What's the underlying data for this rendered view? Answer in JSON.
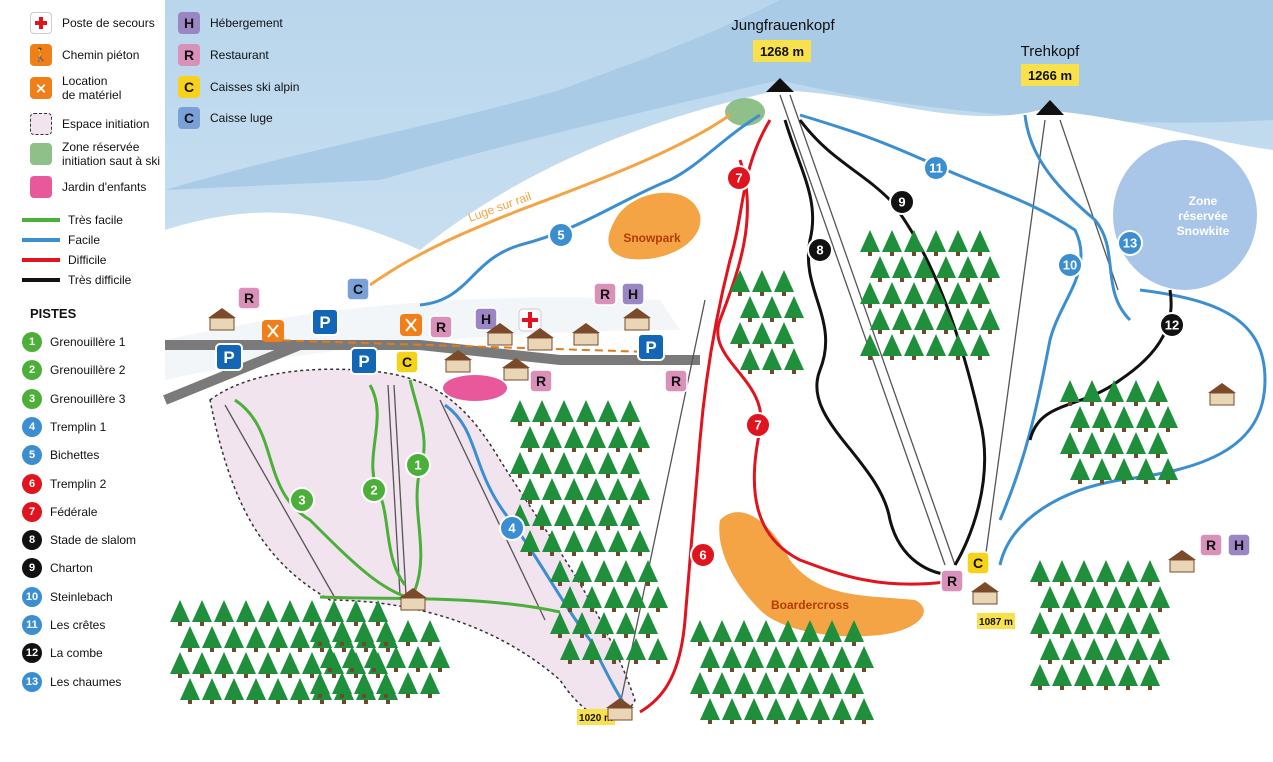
{
  "legend": {
    "symbols": [
      {
        "label": "Poste de secours",
        "icon": "first-aid-icon"
      },
      {
        "label": "Chemin piéton",
        "icon": "hiker-icon"
      },
      {
        "label": "Location\nde matériel",
        "icon": "ski-rental-icon"
      },
      {
        "label": "Espace initiation",
        "icon": "beginner-area-icon"
      },
      {
        "label": "Zone réservée\ninitiation saut à ski",
        "icon": "ski-jump-zone-icon"
      },
      {
        "label": "Jardin d'enfants",
        "icon": "kids-garden-icon"
      }
    ],
    "services": [
      {
        "letter": "H",
        "label": "Hébergement",
        "color": "#9b86c4"
      },
      {
        "letter": "R",
        "label": "Restaurant",
        "color": "#d991b9"
      },
      {
        "letter": "C",
        "label": "Caisses ski alpin",
        "color": "#f6d21a"
      },
      {
        "letter": "C",
        "label": "Caisse luge",
        "color": "#7aa0d8"
      }
    ],
    "difficulty": [
      {
        "label": "Très facile",
        "color": "#4caf3a"
      },
      {
        "label": "Facile",
        "color": "#3b8ed0"
      },
      {
        "label": "Difficile",
        "color": "#e0141e"
      },
      {
        "label": "Très difficile",
        "color": "#111111"
      }
    ],
    "pistes_title": "PISTES",
    "pistes": [
      {
        "num": "1",
        "name": "Grenouillère 1",
        "color": "#4caf3a"
      },
      {
        "num": "2",
        "name": "Grenouillère 2",
        "color": "#4caf3a"
      },
      {
        "num": "3",
        "name": "Grenouillère 3",
        "color": "#4caf3a"
      },
      {
        "num": "4",
        "name": "Tremplin 1",
        "color": "#3b8ed0"
      },
      {
        "num": "5",
        "name": "Bichettes",
        "color": "#3b8ed0"
      },
      {
        "num": "6",
        "name": "Tremplin 2",
        "color": "#e0141e"
      },
      {
        "num": "7",
        "name": "Fédérale",
        "color": "#e0141e"
      },
      {
        "num": "8",
        "name": "Stade de slalom",
        "color": "#111111"
      },
      {
        "num": "9",
        "name": "Charton",
        "color": "#111111"
      },
      {
        "num": "10",
        "name": "Steinlebach",
        "color": "#3b8ed0"
      },
      {
        "num": "11",
        "name": "Les crêtes",
        "color": "#3b8ed0"
      },
      {
        "num": "12",
        "name": "La combe",
        "color": "#111111"
      },
      {
        "num": "13",
        "name": "Les chaumes",
        "color": "#3b8ed0"
      }
    ]
  },
  "map": {
    "peaks": [
      {
        "name": "Jungfrauenkopf",
        "altitude": "1268 m"
      },
      {
        "name": "Trehkopf",
        "altitude": "1266 m"
      }
    ],
    "base_altitudes": [
      "1087 m",
      "1020 m"
    ],
    "areas": {
      "snowpark": "Snowpark",
      "boardercross": "Boardercross",
      "snowkite": "Zone\nréservée\nSnowkite",
      "luge": "Luge sur rail"
    },
    "parking_letter": "P",
    "colors": {
      "sky": "#cfe3f2",
      "snow": "#ffffff",
      "tree": "#1f8f3c",
      "orange_area": "#f4a444",
      "snowkite": "#a9c6e8",
      "initiation": "#f1e4ef"
    }
  }
}
